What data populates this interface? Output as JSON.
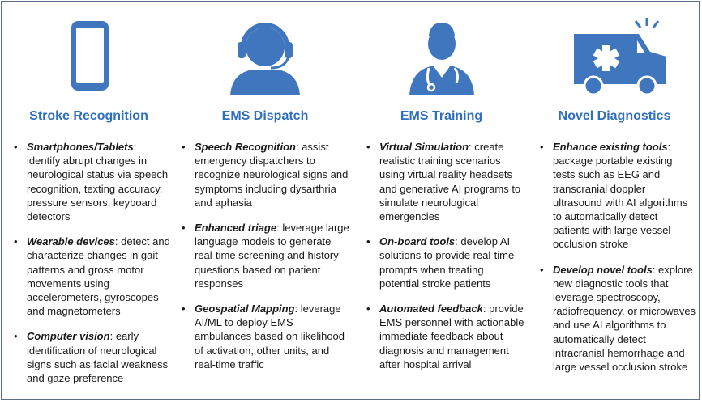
{
  "columns": [
    {
      "title": "Stroke Recognition",
      "icon": "smartphone-icon",
      "items": [
        {
          "term": "Smartphones/Tablets",
          "sep": ":",
          "text": " identify abrupt changes in neurological status via speech recognition, texting accuracy, pressure sensors, keyboard detectors"
        },
        {
          "term": "Wearable devices",
          "sep": ":",
          "text": " detect and characterize changes in gait patterns and gross motor movements using accelerometers, gyroscopes and magnetometers"
        },
        {
          "term": "Computer vision",
          "sep": ":",
          "text": " early identification of neurological signs such as facial weakness and gaze preference"
        }
      ]
    },
    {
      "title": "EMS Dispatch",
      "icon": "headset-operator-icon",
      "items": [
        {
          "term": "Speech Recognition",
          "sep": ":",
          "text": " assist emergency dispatchers to recognize neurological signs and symptoms including dysarthria and aphasia"
        },
        {
          "term": "Enhanced triage",
          "sep": ":",
          "text": " leverage large language models to generate real-time screening and history questions based on patient responses"
        },
        {
          "term": "Geospatial Mapping",
          "sep": ":",
          "text": " leverage AI/ML to deploy EMS ambulances based on likelihood of activation, other units, and real-time traffic"
        }
      ]
    },
    {
      "title": "EMS Training",
      "icon": "doctor-icon",
      "items": [
        {
          "term": "Virtual Simulation",
          "sep": ":",
          "text": " create realistic training scenarios using virtual reality headsets and generative AI programs to simulate neurological emergencies"
        },
        {
          "term": "On-board tools",
          "sep": ":",
          "text": " develop AI solutions to provide real-time prompts when treating potential stroke patients"
        },
        {
          "term": "Automated feedback",
          "sep": ":",
          "text": " provide EMS personnel with actionable immediate feedback about diagnosis and management after hospital arrival"
        }
      ]
    },
    {
      "title": "Novel Diagnostics",
      "icon": "ambulance-icon",
      "items": [
        {
          "term": "Enhance existing tools",
          "sep": ":",
          "text": " package portable existing tests such as EEG and transcranial doppler ultrasound with AI algorithms to automatically detect patients with large vessel occlusion stroke"
        },
        {
          "term": "Develop novel tools",
          "sep": ":",
          "text": " explore new diagnostic tools that leverage spectroscopy, radiofrequency, or microwaves and use AI algorithms to automatically detect intracranial hemorrhage and large vessel occlusion stroke"
        }
      ]
    }
  ],
  "colors": {
    "icon": "#3f76bd",
    "title": "#2f6fc0",
    "border": "#5b6f8a"
  }
}
